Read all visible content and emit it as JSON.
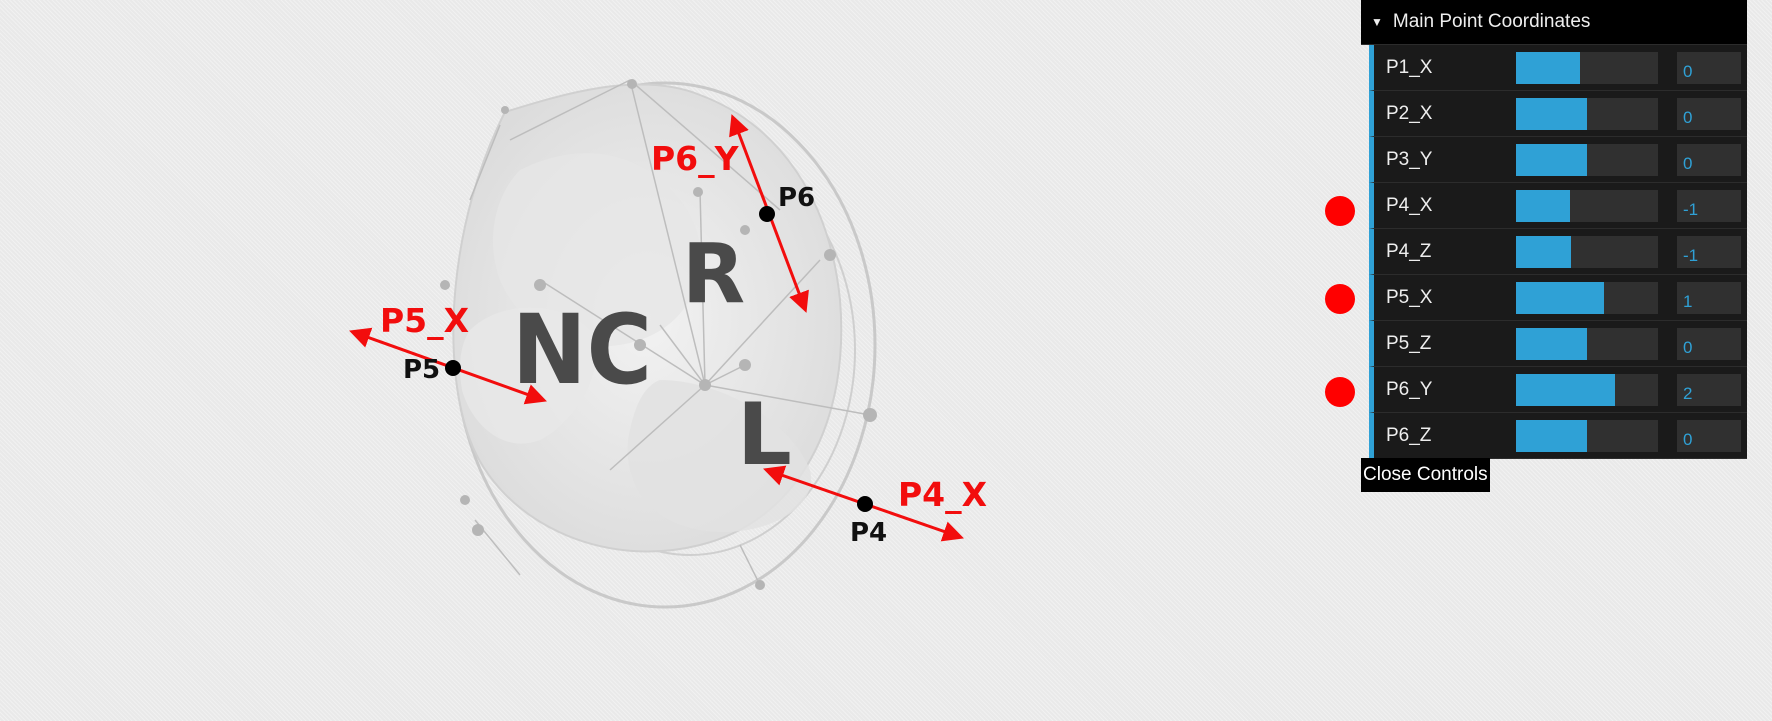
{
  "panel": {
    "title": "Main Point Coordinates",
    "close_label": "Close Controls",
    "accent_color": "#2fa1d6",
    "controls": [
      {
        "name": "P1_X",
        "value": "0",
        "fraction": 0.45
      },
      {
        "name": "P2_X",
        "value": "0",
        "fraction": 0.5
      },
      {
        "name": "P3_Y",
        "value": "0",
        "fraction": 0.5
      },
      {
        "name": "P4_X",
        "value": "-1",
        "fraction": 0.38,
        "marked": true
      },
      {
        "name": "P4_Z",
        "value": "-1",
        "fraction": 0.39
      },
      {
        "name": "P5_X",
        "value": "1",
        "fraction": 0.62,
        "marked": true
      },
      {
        "name": "P5_Z",
        "value": "0",
        "fraction": 0.5
      },
      {
        "name": "P6_Y",
        "value": "2",
        "fraction": 0.7,
        "marked": true
      },
      {
        "name": "P6_Z",
        "value": "0",
        "fraction": 0.5
      }
    ]
  },
  "scene": {
    "cusp_labels": {
      "nc": "NC",
      "r": "R",
      "l": "L"
    },
    "points": {
      "p4": "P4",
      "p5": "P5",
      "p6": "P6"
    },
    "axis_labels": {
      "p4": "P4_X",
      "p5": "P5_X",
      "p6": "P6_Y"
    },
    "marker_color": "#ff0000",
    "arrow_color": "#f20d0d"
  }
}
